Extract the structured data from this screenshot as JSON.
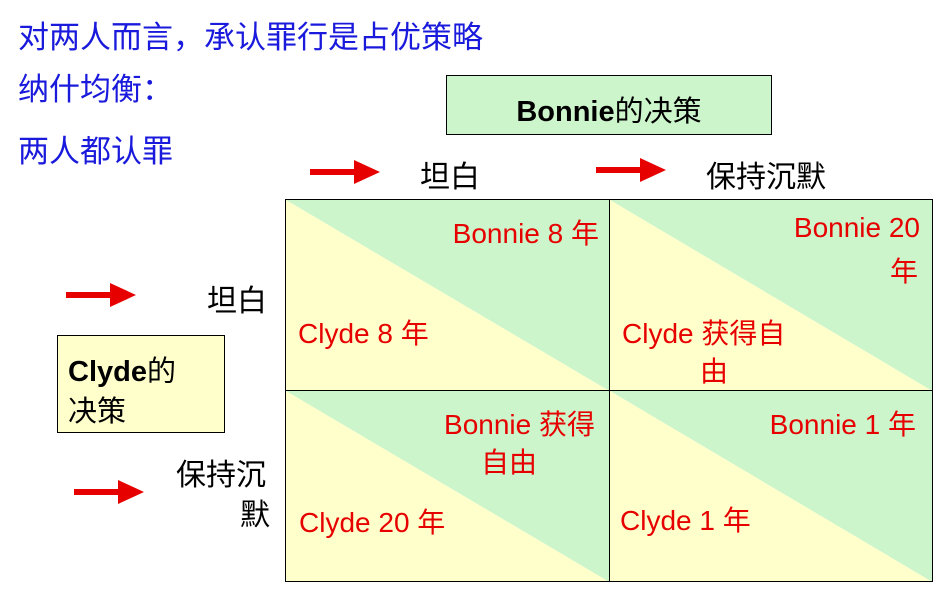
{
  "heading": {
    "line1": "对两人而言，承认罪行是占优策略",
    "line2": "纳什均衡：",
    "line3": "两人都认罪"
  },
  "bonnie_box": {
    "name": "Bonnie",
    "suffix": "的决策"
  },
  "clyde_box": {
    "name": "Clyde",
    "suffix1": "的",
    "line2": "决策"
  },
  "columns": {
    "confess": "坦白",
    "silent": "保持沉默"
  },
  "rows": {
    "confess": "坦白",
    "silent_line1": "保持沉",
    "silent_line2": "默"
  },
  "cells": {
    "cc": {
      "bonnie": "Bonnie 8 年",
      "clyde": "Clyde 8 年"
    },
    "cs": {
      "bonnie_line1": "Bonnie 20",
      "bonnie_line2": "年",
      "clyde_line1": "Clyde 获得自",
      "clyde_line2": "由"
    },
    "sc": {
      "bonnie_line1": "Bonnie 获得",
      "bonnie_line2": "自由",
      "clyde": "Clyde 20 年"
    },
    "ss": {
      "bonnie": "Bonnie 1 年",
      "clyde": "Clyde 1 年"
    }
  },
  "colors": {
    "green": "#ccf5cc",
    "yellow": "#ffffcc",
    "red": "#e60000",
    "blue": "#1a1adc"
  }
}
